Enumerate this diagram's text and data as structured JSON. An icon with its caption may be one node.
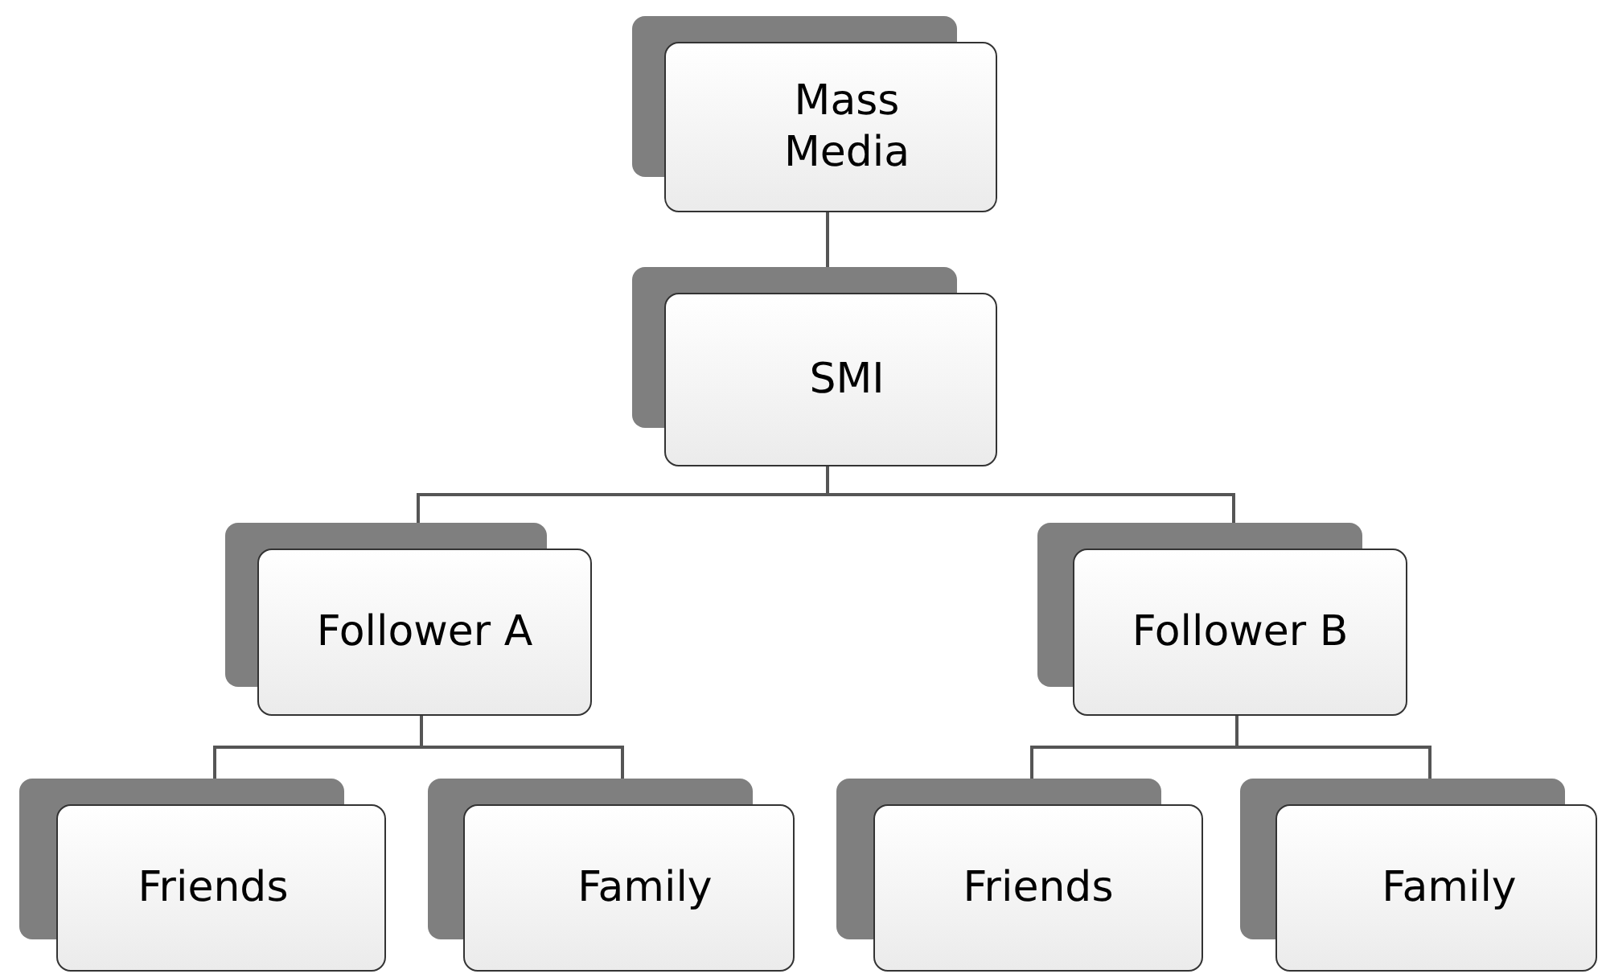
{
  "diagram": {
    "nodes": [
      {
        "text": [
          "Mass Media"
        ]
      },
      {
        "text": [
          "SMI"
        ]
      },
      {
        "text": [
          "Follower A"
        ]
      },
      {
        "text": [
          "Follower B"
        ]
      },
      {
        "text": [
          "Friends"
        ]
      },
      {
        "text": [
          "Family"
        ]
      },
      {
        "text": [
          "Friends"
        ]
      },
      {
        "text": [
          "Family"
        ]
      }
    ],
    "edges": [
      {
        "from": 0,
        "to": 1,
        "arrow": "none"
      },
      {
        "from": 1,
        "to": 2,
        "arrow": "none"
      },
      {
        "from": 1,
        "to": 3,
        "arrow": "none"
      },
      {
        "from": 2,
        "to": 4,
        "arrow": "none"
      },
      {
        "from": 2,
        "to": 5,
        "arrow": "none"
      },
      {
        "from": 3,
        "to": 6,
        "arrow": "none"
      },
      {
        "from": 3,
        "to": 7,
        "arrow": "none"
      }
    ]
  }
}
